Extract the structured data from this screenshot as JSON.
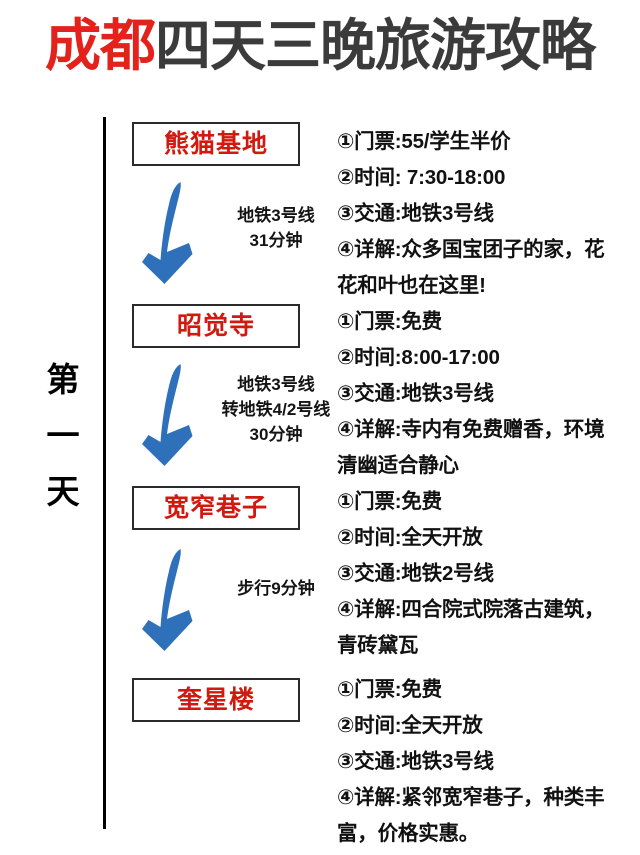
{
  "title": {
    "highlight": "成都",
    "rest": "四天三晚旅游攻略",
    "highlight_color": "#e3221b",
    "rest_color": "#3b3b3b"
  },
  "day_label": {
    "char1": "第",
    "char2": "一",
    "char3": "天"
  },
  "accent_colors": {
    "stop_name": "#d1190f",
    "arrow_blue": "#2f70ba",
    "box_border": "#2b2b2b"
  },
  "itinerary": [
    {
      "stop": "熊猫基地",
      "details": [
        "①门票:55/学生半价",
        "②时间: 7:30-18:00",
        "③交通:地铁3号线",
        "④详解:众多国宝团子的家，花",
        "花和叶也在这里!"
      ],
      "leg": {
        "icon": "down-arrow-icon",
        "lines": [
          "地铁3号线",
          "31分钟"
        ]
      }
    },
    {
      "stop": "昭觉寺",
      "details": [
        "①门票:免费",
        "②时间:8:00-17:00",
        "③交通:地铁3号线",
        "④详解:寺内有免费赠香，环境",
        "清幽适合静心"
      ],
      "leg": {
        "icon": "down-arrow-icon",
        "lines": [
          "地铁3号线",
          "转地铁4/2号线",
          "30分钟"
        ]
      }
    },
    {
      "stop": "宽窄巷子",
      "details": [
        "①门票:免费",
        "②时间:全天开放",
        "③交通:地铁2号线",
        "④详解:四合院式院落古建筑，",
        "青砖黛瓦"
      ],
      "leg": {
        "icon": "down-arrow-icon",
        "lines": [
          "步行9分钟"
        ]
      }
    },
    {
      "stop": "奎星楼",
      "details": [
        "①门票:免费",
        "②时间:全天开放",
        "③交通:地铁3号线",
        "④详解:紧邻宽窄巷子，种类丰",
        "富，价格实惠。"
      ],
      "leg": null
    }
  ]
}
